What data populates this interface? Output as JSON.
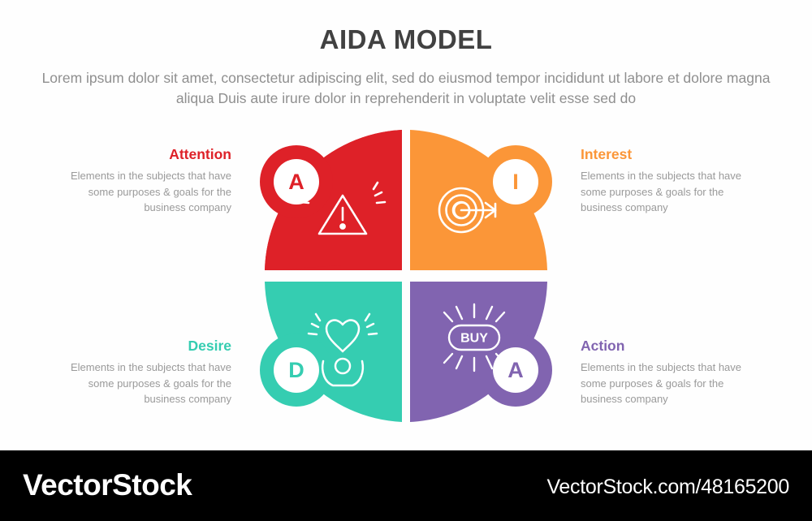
{
  "header": {
    "title": "AIDA MODEL",
    "subtitle": "Lorem ipsum dolor sit amet, consectetur adipiscing elit, sed do eiusmod tempor incididunt ut labore et dolore magna aliqua Duis aute irure dolor in reprehenderit in voluptate velit esse sed do"
  },
  "colors": {
    "attention": "#DE2128",
    "interest": "#FB9638",
    "desire": "#35CDB1",
    "action": "#8164B0",
    "title": "#414141",
    "body_text": "#9a9a9a",
    "background": "#fefefe",
    "footer_background": "#000000"
  },
  "stages": [
    {
      "key": "attention",
      "badge": "A",
      "title": "Attention",
      "description": "Elements in the subjects that have  some purposes & goals for the  business company",
      "color": "#DE2128",
      "icon": "warning-triangle-icon"
    },
    {
      "key": "interest",
      "badge": "I",
      "title": "Interest",
      "description": "Elements in the subjects that have  some purposes & goals for the  business company",
      "color": "#FB9638",
      "icon": "target-arrow-icon"
    },
    {
      "key": "desire",
      "badge": "D",
      "title": "Desire",
      "description": "Elements in the subjects that have  some purposes & goals for the  business company",
      "color": "#35CDB1",
      "icon": "person-heart-icon"
    },
    {
      "key": "action",
      "badge": "A",
      "title": "Action",
      "description": "Elements in the subjects that have  some purposes & goals for the  business company",
      "color": "#8164B0",
      "icon": "buy-button-icon",
      "icon_label": "BUY"
    }
  ],
  "footer": {
    "brand": "VectorStock",
    "url": "VectorStock.com/48165200"
  }
}
